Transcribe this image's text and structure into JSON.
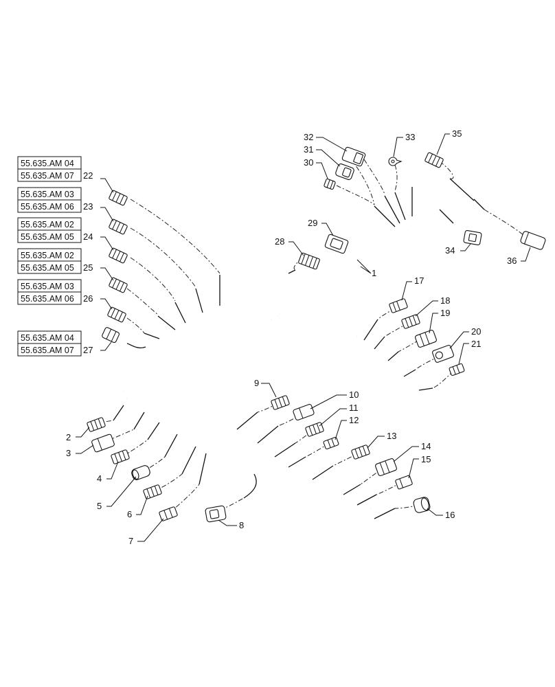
{
  "refs": [
    {
      "top": "55.635.AM 04",
      "bottom": "55.635.AM 07",
      "item": "22"
    },
    {
      "top": "55.635.AM 03",
      "bottom": "55.635.AM 06",
      "item": "23"
    },
    {
      "top": "55.635.AM 02",
      "bottom": "55.635.AM 05",
      "item": "24"
    },
    {
      "top": "55.635.AM 02",
      "bottom": "55.635.AM 05",
      "item": "25"
    },
    {
      "top": "55.635.AM 03",
      "bottom": "55.635.AM 06",
      "item": "26"
    },
    {
      "top": "55.635.AM 04",
      "bottom": "55.635.AM 07",
      "item": "27"
    }
  ],
  "callouts": {
    "c1": "1",
    "c2": "2",
    "c3": "3",
    "c4": "4",
    "c5": "5",
    "c6": "6",
    "c7": "7",
    "c8": "8",
    "c9": "9",
    "c10": "10",
    "c11": "11",
    "c12": "12",
    "c13": "13",
    "c14": "14",
    "c15": "15",
    "c16": "16",
    "c17": "17",
    "c18": "18",
    "c19": "19",
    "c20": "20",
    "c21": "21",
    "c28": "28",
    "c29": "29",
    "c30": "30",
    "c31": "31",
    "c32": "32",
    "c33": "33",
    "c34": "34",
    "c35": "35",
    "c36": "36"
  }
}
